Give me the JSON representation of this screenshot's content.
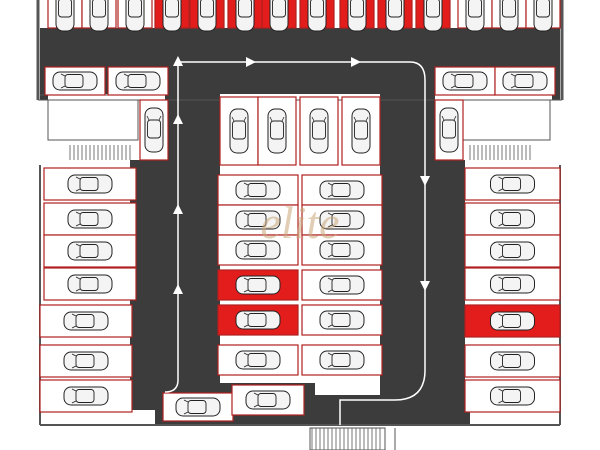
{
  "plan": {
    "watermark_text": "elite",
    "colors": {
      "asphalt": "#3c3c3c",
      "bay_fill": "#ffffff",
      "bay_border": "#b02020",
      "highlight": "#e31c1c",
      "car_body": "#f4f4f4",
      "car_line": "#222222",
      "arrow": "#ffffff",
      "watermark": "#c9a77a",
      "building_line": "#555555"
    },
    "bays": {
      "total": 52,
      "highlighted": 11
    }
  }
}
